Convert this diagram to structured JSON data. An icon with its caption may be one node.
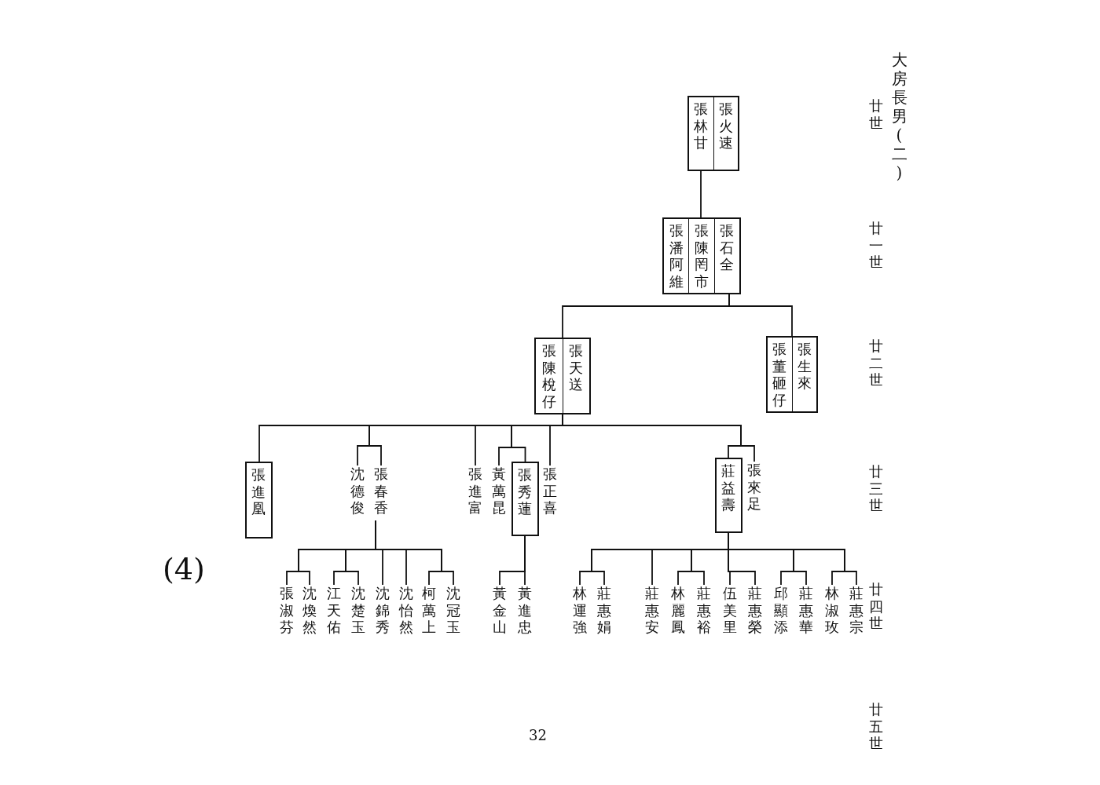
{
  "diagram": {
    "title": "大房長男(二)",
    "nodes": [
      {
        "text": [
          "張林甘",
          "張火速"
        ]
      },
      {
        "text": [
          "張潘阿維",
          "張陳罔市",
          "張石全"
        ]
      },
      {
        "text": [
          "張陳梲仔",
          "張天送"
        ]
      },
      {
        "text": [
          "張董砸仔",
          "張生來"
        ]
      },
      {
        "text": [
          "張進凰"
        ]
      },
      {
        "text": [
          "張春香"
        ]
      },
      {
        "text": [
          "沈德俊"
        ]
      },
      {
        "text": [
          "張進富"
        ]
      },
      {
        "text": [
          "黃萬昆"
        ]
      },
      {
        "text": [
          "張秀蓮"
        ]
      },
      {
        "text": [
          "張正喜"
        ]
      },
      {
        "text": [
          "莊益壽"
        ]
      },
      {
        "text": [
          "張來足"
        ]
      },
      {
        "text": [
          "張淑芬"
        ]
      },
      {
        "text": [
          "沈煥然"
        ]
      },
      {
        "text": [
          "江天佑"
        ]
      },
      {
        "text": [
          "沈楚玉"
        ]
      },
      {
        "text": [
          "沈錦秀"
        ]
      },
      {
        "text": [
          "沈怡然"
        ]
      },
      {
        "text": [
          "柯萬上"
        ]
      },
      {
        "text": [
          "沈冠玉"
        ]
      },
      {
        "text": [
          "黃金山"
        ]
      },
      {
        "text": [
          "黃進忠"
        ]
      },
      {
        "text": [
          "林運強"
        ]
      },
      {
        "text": [
          "莊惠娟"
        ]
      },
      {
        "text": [
          "莊惠安"
        ]
      },
      {
        "text": [
          "林麗鳳"
        ]
      },
      {
        "text": [
          "莊惠裕"
        ]
      },
      {
        "text": [
          "伍美里"
        ]
      },
      {
        "text": [
          "莊惠榮"
        ]
      },
      {
        "text": [
          "邱顯添"
        ]
      },
      {
        "text": [
          "莊惠華"
        ]
      },
      {
        "text": [
          "林淑玫"
        ]
      },
      {
        "text": [
          "莊惠宗"
        ]
      }
    ],
    "edges": [
      {
        "from": 0,
        "to": 1,
        "arrow": "none"
      },
      {
        "from": 1,
        "to": 2,
        "arrow": "none"
      },
      {
        "from": 1,
        "to": 3,
        "arrow": "none"
      },
      {
        "from": 2,
        "to": 4,
        "arrow": "none"
      },
      {
        "from": 2,
        "to": 5,
        "arrow": "none"
      },
      {
        "from": 2,
        "to": 6,
        "arrow": "none"
      },
      {
        "from": 2,
        "to": 7,
        "arrow": "none"
      },
      {
        "from": 2,
        "to": 8,
        "arrow": "none"
      },
      {
        "from": 2,
        "to": 9,
        "arrow": "none"
      },
      {
        "from": 2,
        "to": 10,
        "arrow": "none"
      },
      {
        "from": 2,
        "to": 11,
        "arrow": "none"
      },
      {
        "from": 2,
        "to": 12,
        "arrow": "none"
      },
      {
        "from": 5,
        "to": 13,
        "arrow": "none"
      },
      {
        "from": 5,
        "to": 14,
        "arrow": "none"
      },
      {
        "from": 5,
        "to": 15,
        "arrow": "none"
      },
      {
        "from": 5,
        "to": 16,
        "arrow": "none"
      },
      {
        "from": 5,
        "to": 17,
        "arrow": "none"
      },
      {
        "from": 5,
        "to": 18,
        "arrow": "none"
      },
      {
        "from": 5,
        "to": 19,
        "arrow": "none"
      },
      {
        "from": 5,
        "to": 20,
        "arrow": "none"
      },
      {
        "from": 9,
        "to": 21,
        "arrow": "none"
      },
      {
        "from": 9,
        "to": 22,
        "arrow": "none"
      },
      {
        "from": 11,
        "to": 23,
        "arrow": "none"
      },
      {
        "from": 11,
        "to": 24,
        "arrow": "none"
      },
      {
        "from": 11,
        "to": 25,
        "arrow": "none"
      },
      {
        "from": 11,
        "to": 26,
        "arrow": "none"
      },
      {
        "from": 11,
        "to": 27,
        "arrow": "none"
      },
      {
        "from": 11,
        "to": 28,
        "arrow": "none"
      },
      {
        "from": 11,
        "to": 29,
        "arrow": "none"
      },
      {
        "from": 11,
        "to": 30,
        "arrow": "none"
      },
      {
        "from": 11,
        "to": 31,
        "arrow": "none"
      },
      {
        "from": 11,
        "to": 32,
        "arrow": "none"
      },
      {
        "from": 11,
        "to": 33,
        "arrow": "none"
      }
    ],
    "labels": [
      "廿世",
      "廿一世",
      "廿二世",
      "廿三世",
      "廿四世",
      "廿五世",
      "(4)",
      "32"
    ]
  }
}
